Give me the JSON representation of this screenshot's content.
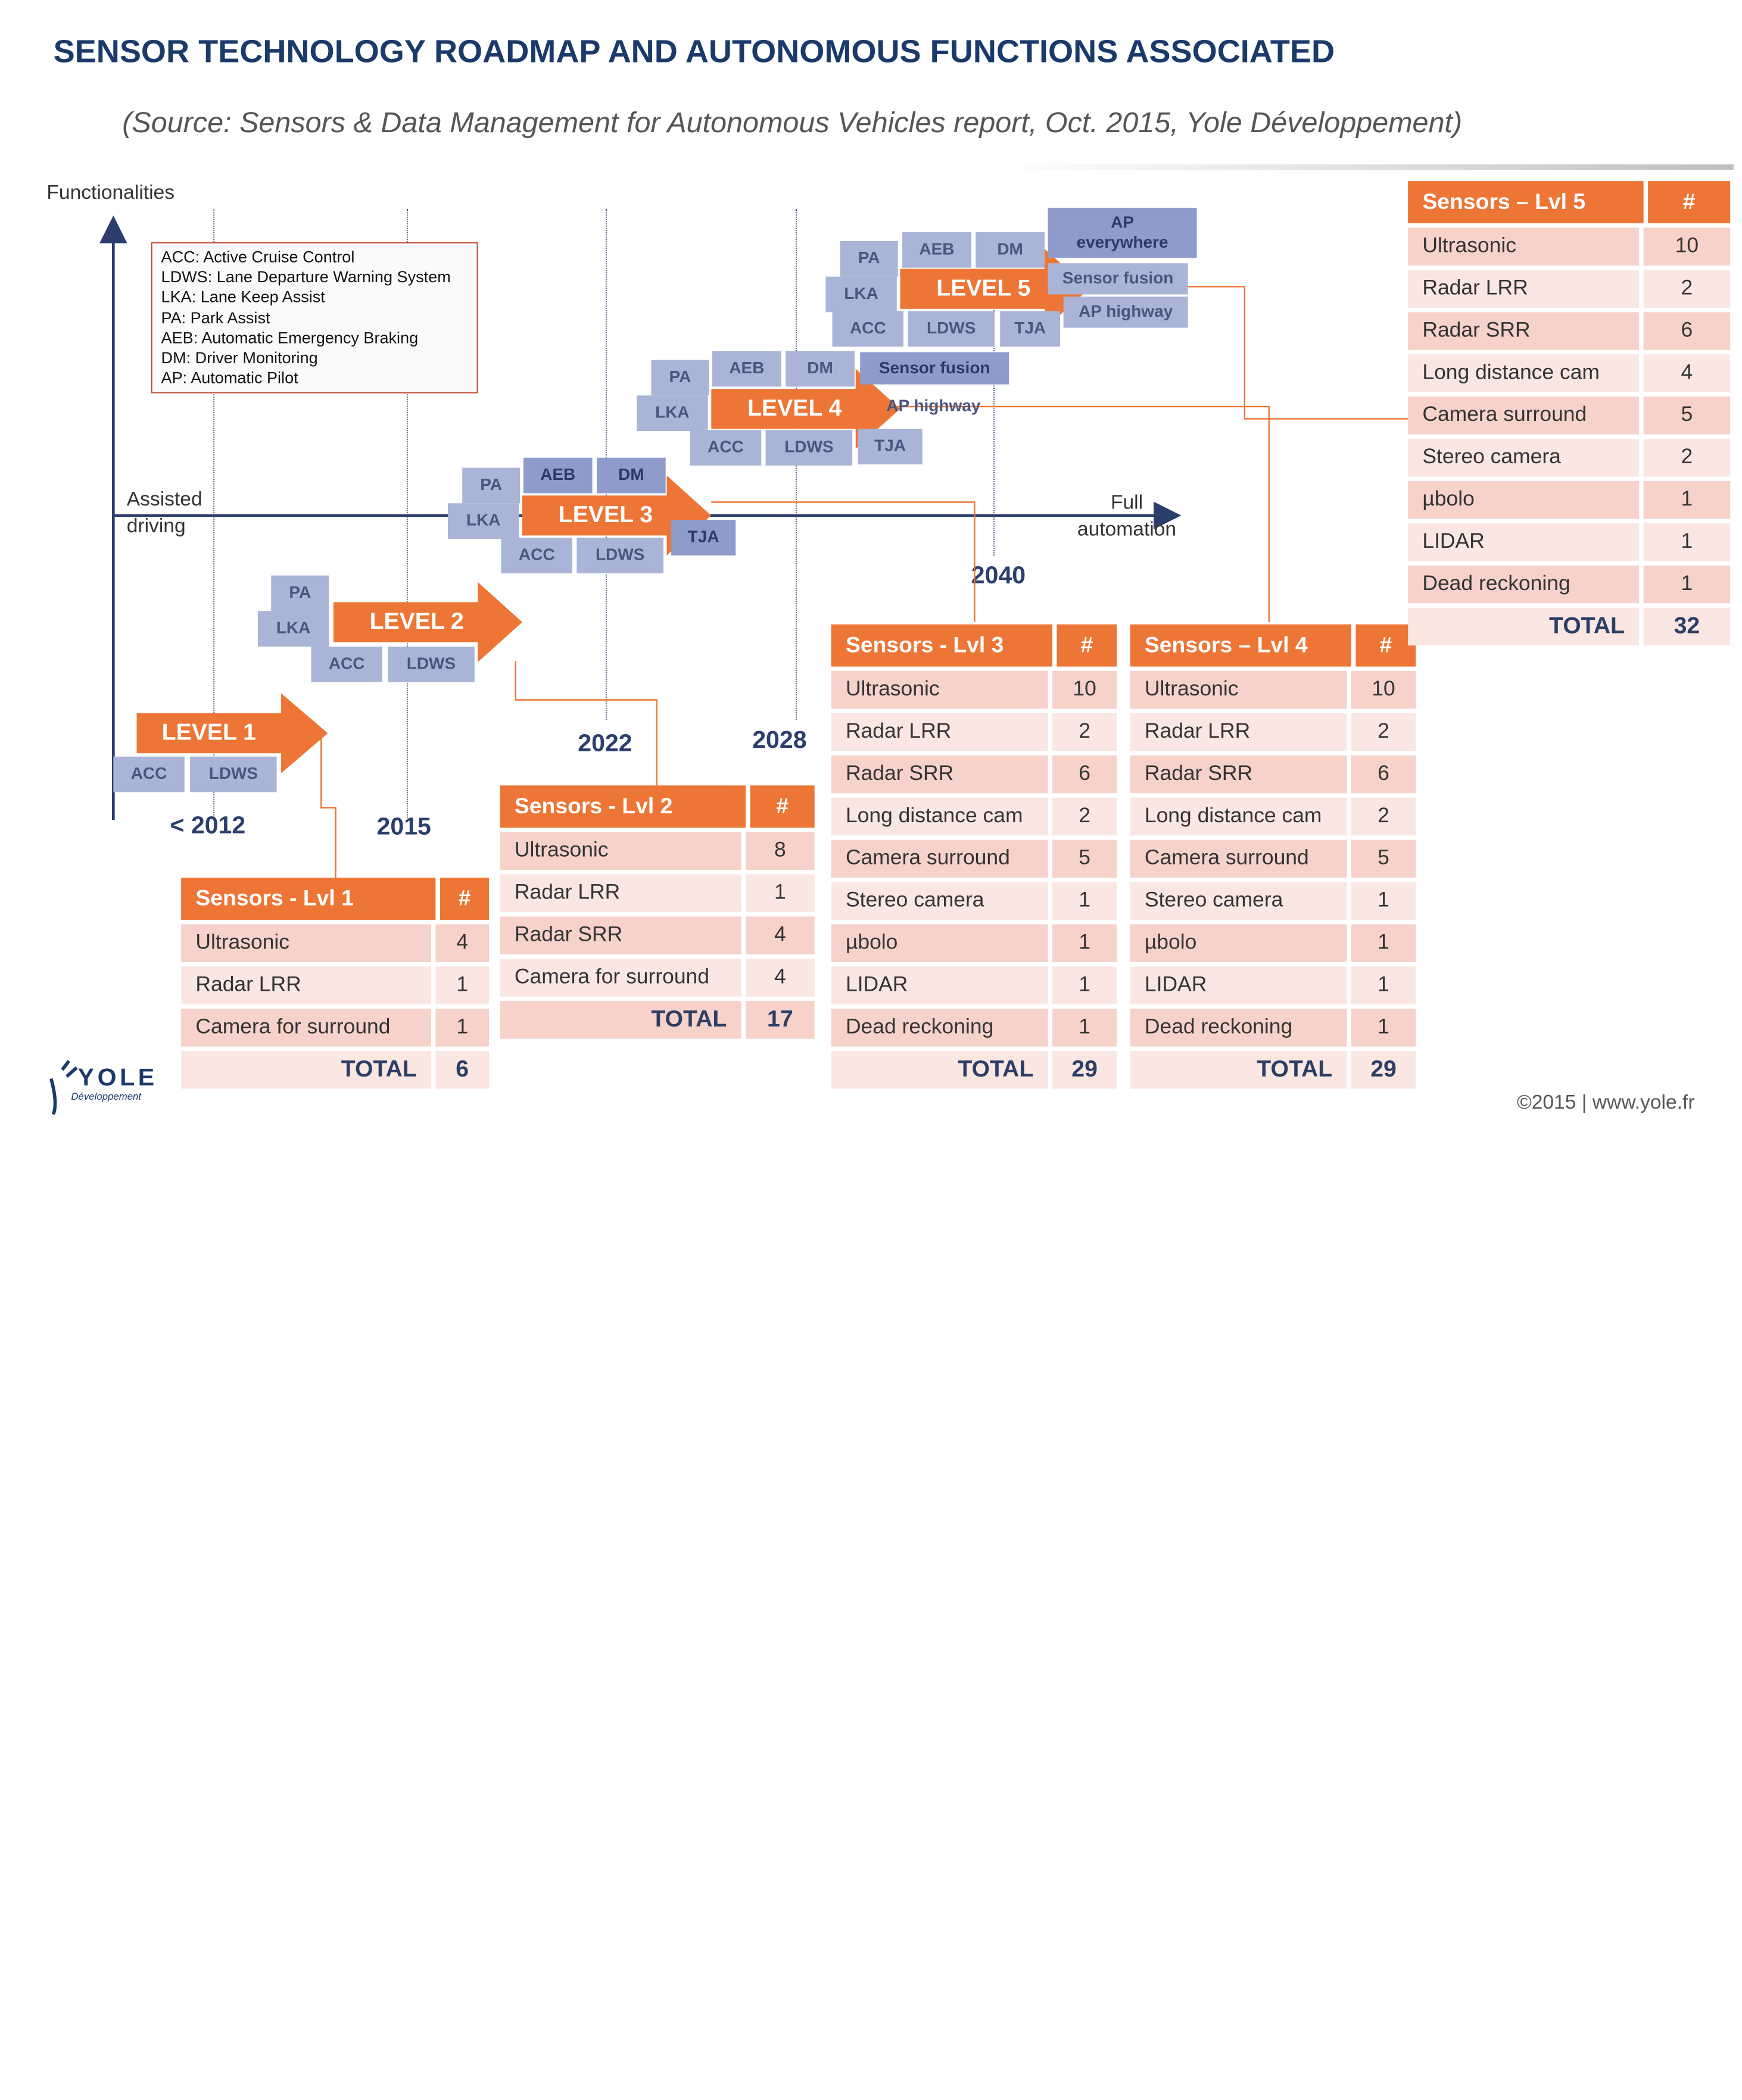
{
  "title": "SENSOR TECHNOLOGY ROADMAP AND AUTONOMOUS FUNCTIONS ASSOCIATED",
  "subtitle": "(Source: Sensors & Data Management for Autonomous Vehicles report, Oct. 2015, Yole Développement)",
  "axes": {
    "y_label": "Functionalities",
    "left_label_line1": "Assisted",
    "left_label_line2": "driving",
    "right_label_line1": "Full",
    "right_label_line2": "automation"
  },
  "years": [
    "< 2012",
    "2015",
    "2022",
    "2028",
    "2040"
  ],
  "legend": [
    "ACC: Active Cruise Control",
    "LDWS: Lane Departure Warning System",
    "LKA: Lane Keep Assist",
    "PA: Park Assist",
    "AEB: Automatic Emergency Braking",
    "DM: Driver Monitoring",
    "AP: Automatic Pilot"
  ],
  "levels": [
    {
      "label": "LEVEL 1",
      "functions": [
        "ACC",
        "LDWS"
      ]
    },
    {
      "label": "LEVEL 2",
      "functions": [
        "PA",
        "LKA",
        "ACC",
        "LDWS"
      ]
    },
    {
      "label": "LEVEL 3",
      "functions": [
        "PA",
        "AEB",
        "DM",
        "LKA",
        "TJA",
        "ACC",
        "LDWS"
      ]
    },
    {
      "label": "LEVEL 4",
      "functions": [
        "PA",
        "AEB",
        "DM",
        "Sensor fusion",
        "LKA",
        "AP highway",
        "ACC",
        "LDWS",
        "TJA"
      ]
    },
    {
      "label": "LEVEL 5",
      "functions": [
        "PA",
        "AEB",
        "DM",
        "AP",
        "everywhere",
        "Sensor fusion",
        "LKA",
        "AP highway",
        "ACC",
        "LDWS",
        "TJA"
      ]
    }
  ],
  "tables": [
    {
      "header": "Sensors - Lvl 1",
      "count_header": "#",
      "rows": [
        [
          "Ultrasonic",
          "4"
        ],
        [
          "Radar LRR",
          "1"
        ],
        [
          "Camera for surround",
          "1"
        ]
      ],
      "total_label": "TOTAL",
      "total": "6"
    },
    {
      "header": "Sensors - Lvl 2",
      "count_header": "#",
      "rows": [
        [
          "Ultrasonic",
          "8"
        ],
        [
          "Radar LRR",
          "1"
        ],
        [
          "Radar SRR",
          "4"
        ],
        [
          "Camera for surround",
          "4"
        ]
      ],
      "total_label": "TOTAL",
      "total": "17"
    },
    {
      "header": "Sensors - Lvl 3",
      "count_header": "#",
      "rows": [
        [
          "Ultrasonic",
          "10"
        ],
        [
          "Radar LRR",
          "2"
        ],
        [
          "Radar SRR",
          "6"
        ],
        [
          "Long distance cam",
          "2"
        ],
        [
          "Camera surround",
          "5"
        ],
        [
          "Stereo camera",
          "1"
        ],
        [
          "µbolo",
          "1"
        ],
        [
          "LIDAR",
          "1"
        ],
        [
          "Dead reckoning",
          "1"
        ]
      ],
      "total_label": "TOTAL",
      "total": "29"
    },
    {
      "header": "Sensors – Lvl 4",
      "count_header": "#",
      "rows": [
        [
          "Ultrasonic",
          "10"
        ],
        [
          "Radar LRR",
          "2"
        ],
        [
          "Radar SRR",
          "6"
        ],
        [
          "Long distance cam",
          "2"
        ],
        [
          "Camera surround",
          "5"
        ],
        [
          "Stereo camera",
          "1"
        ],
        [
          "µbolo",
          "1"
        ],
        [
          "LIDAR",
          "1"
        ],
        [
          "Dead reckoning",
          "1"
        ]
      ],
      "total_label": "TOTAL",
      "total": "29"
    },
    {
      "header": "Sensors – Lvl 5",
      "count_header": "#",
      "rows": [
        [
          "Ultrasonic",
          "10"
        ],
        [
          "Radar LRR",
          "2"
        ],
        [
          "Radar SRR",
          "6"
        ],
        [
          "Long distance cam",
          "4"
        ],
        [
          "Camera surround",
          "5"
        ],
        [
          "Stereo camera",
          "2"
        ],
        [
          "µbolo",
          "1"
        ],
        [
          "LIDAR",
          "1"
        ],
        [
          "Dead reckoning",
          "1"
        ]
      ],
      "total_label": "TOTAL",
      "total": "32"
    }
  ],
  "logo": {
    "name": "YOLE",
    "tagline": "Développement"
  },
  "footer": "©2015 | www.yole.fr",
  "colors": {
    "title": "#1b3a6b",
    "arrow": "#ed7535",
    "function_box": "#a9b4d6",
    "function_box_dark": "#8f9ccb",
    "table_row": "#f6d2ca",
    "table_row_alt": "#fbe7e2",
    "axis": "#2c3e6b"
  }
}
